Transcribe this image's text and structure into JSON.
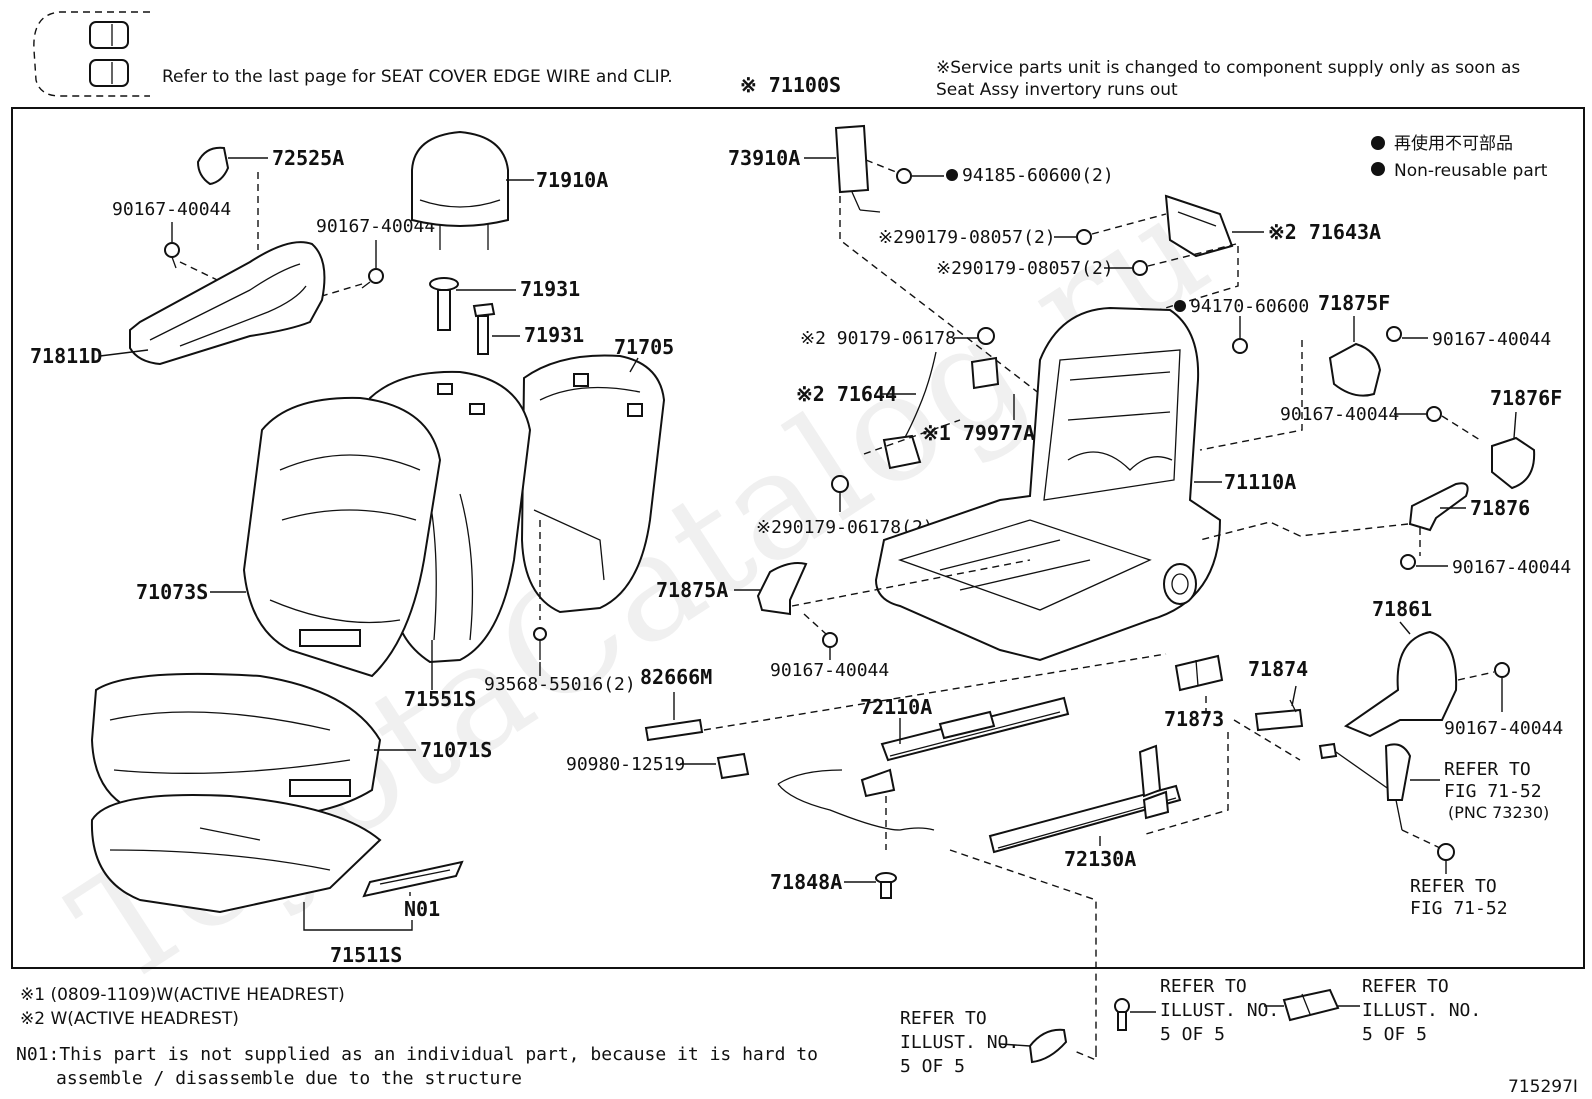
{
  "header": {
    "refer_note": "Refer to the last page for SEAT COVER EDGE WIRE and CLIP.",
    "assembly": "※ 71100S",
    "service_note_1": "※Service parts unit is changed to component supply only as soon as",
    "service_note_2": "Seat Assy invertory runs out"
  },
  "legend": {
    "symbol": "●",
    "jp": "再使用不可部品",
    "en": "Non-reusable part"
  },
  "watermark": "ToyotaCatalog.ru",
  "parts": {
    "p72525A": "72525A",
    "p90167_a": "90167-40044",
    "p90167_b": "90167-40044",
    "p71910A": "71910A",
    "p71931_a": "71931",
    "p71931_b": "71931",
    "p71811D": "71811D",
    "p71705": "71705",
    "p71073S": "71073S",
    "p71551S": "71551S",
    "p93568": "93568-55016(2)",
    "p71071S": "71071S",
    "pN01": "N01",
    "p71511S": "71511S",
    "p73910A": "73910A",
    "p94185": "94185-60600(2)",
    "p290179_08057_a": "※290179-08057(2)",
    "p290179_08057_b": "※290179-08057(2)",
    "p71643A": "※2 71643A",
    "p94170": "94170-60600",
    "p90179_06178": "※2 90179-06178",
    "p71644": "※2 71644",
    "p79977A": "※1 79977A",
    "p290179_06178": "※290179-06178(2)",
    "p71875A": "71875A",
    "p90167_c": "90167-40044",
    "p82666M": "82666M",
    "p90980": "90980-12519",
    "p71110A": "71110A",
    "p71875F": "71875F",
    "p90167_d": "90167-40044",
    "p90167_e": "90167-40044",
    "p71876F": "71876F",
    "p71876": "71876",
    "p90167_f": "90167-40044",
    "p71861": "71861",
    "p90167_g": "90167-40044",
    "p71874": "71874",
    "p71873": "71873",
    "p72110A": "72110A",
    "p72130A": "72130A",
    "p71848A": "71848A"
  },
  "refers": {
    "fig_71_52_pnc_1": "REFER TO",
    "fig_71_52_pnc_2": "FIG 71-52",
    "fig_71_52_pnc_3": "(PNC 73230)",
    "fig_71_52_1": "REFER TO",
    "fig_71_52_2": "FIG 71-52",
    "illust_a_1": "REFER TO",
    "illust_a_2": "ILLUST. NO.",
    "illust_a_3": "5 OF 5",
    "illust_b_1": "REFER TO",
    "illust_b_2": "ILLUST. NO.",
    "illust_b_3": "5 OF 5",
    "illust_c_1": "REFER TO",
    "illust_c_2": "ILLUST. NO.",
    "illust_c_3": "5 OF 5"
  },
  "footnotes": {
    "note1": "※1 (0809-1109)W(ACTIVE HEADREST)",
    "note2": "※2 W(ACTIVE HEADREST)",
    "n01_line1": "N01:This part is not supplied as an individual part, because it is hard to",
    "n01_line2": "assemble / disassemble due to the structure"
  },
  "figure_id": "715297I"
}
